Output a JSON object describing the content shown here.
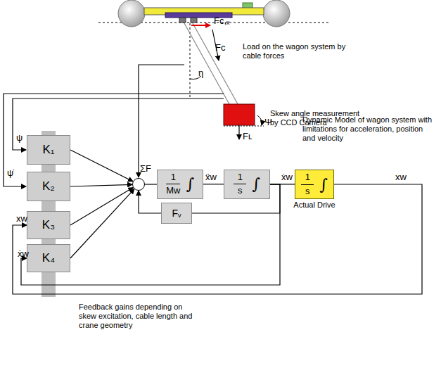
{
  "diagram": {
    "nodes": [
      {
        "text": [
          "K₁"
        ]
      },
      {
        "text": [
          "K₂"
        ]
      },
      {
        "text": [
          "K₃"
        ]
      },
      {
        "text": [
          "K₄"
        ]
      },
      {
        "text": [
          "ΣF"
        ]
      },
      {
        "text": [
          "1",
          "Mᴡ",
          "∫"
        ]
      },
      {
        "text": [
          "1",
          "s",
          "∫"
        ]
      },
      {
        "text": [
          "1",
          "s",
          "∫",
          "Actual Drive"
        ]
      },
      {
        "text": [
          "Fᵥ"
        ]
      }
    ],
    "edges": [
      {
        "from": 0,
        "to": 4,
        "arrow": "to"
      },
      {
        "from": 1,
        "to": 4,
        "arrow": "to"
      },
      {
        "from": 2,
        "to": 4,
        "arrow": "to"
      },
      {
        "from": 3,
        "to": 4,
        "arrow": "to"
      },
      {
        "from": 4,
        "to": 5,
        "arrow": "none"
      },
      {
        "from": 5,
        "to": 6,
        "arrow": "none"
      },
      {
        "from": 6,
        "to": 7,
        "arrow": "none"
      },
      {
        "from": 6,
        "to": 8,
        "arrow": "none"
      },
      {
        "from": 8,
        "to": 4,
        "arrow": "to"
      },
      {
        "from": 6,
        "to": 3,
        "arrow": "to"
      },
      {
        "from": 7,
        "to": 2,
        "arrow": "to"
      }
    ],
    "labels": [
      "Load on the wagon system by cable forces",
      "Fᴄ,ₓ",
      "Fᴄ",
      "η",
      "Skew angle measurement by CCD Camera",
      "Ψ",
      "Fʟ",
      "ψ",
      "ψ̇",
      "xᴡ",
      "ẋᴡ",
      "Dynamic Model of wagon system with limitations for acceleration, position and velocity",
      "ẍᴡ",
      "ẋᴡ",
      "xᴡ",
      "Feedback gains depending on skew excitation, cable length and crane geometry"
    ]
  }
}
